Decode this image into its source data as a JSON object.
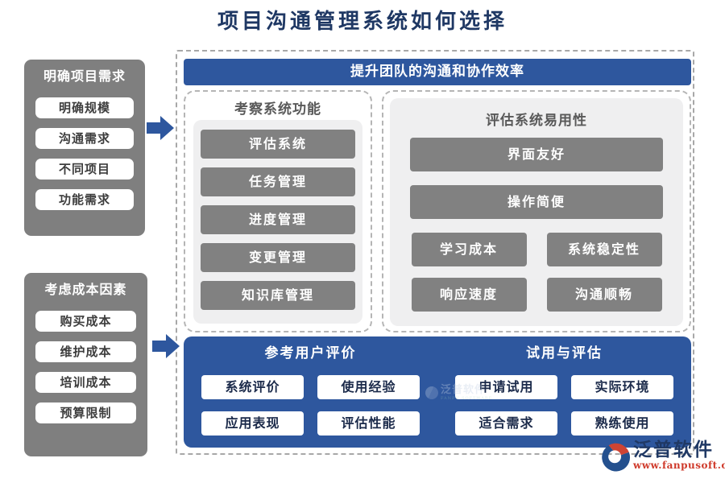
{
  "title": "项目沟通管理系统如何选择",
  "banner": "提升团队的沟通和协作效率",
  "left_boxes": [
    {
      "header": "明确项目需求",
      "items": [
        "明确规模",
        "沟通需求",
        "不同项目",
        "功能需求"
      ]
    },
    {
      "header": "考虑成本因素",
      "items": [
        "购买成本",
        "维护成本",
        "培训成本",
        "预算限制"
      ]
    }
  ],
  "function_panel": {
    "header": "考察系统功能",
    "items": [
      "评估系统",
      "任务管理",
      "进度管理",
      "变更管理",
      "知识库管理"
    ]
  },
  "usability_panel": {
    "header": "评估系统易用性",
    "wide_items": [
      "界面友好",
      "操作简便"
    ],
    "grid_items": [
      "学习成本",
      "系统稳定性",
      "响应速度",
      "沟通顺畅"
    ]
  },
  "bottom_sections": [
    {
      "header": "参考用户评价",
      "items": [
        "系统评价",
        "使用经验",
        "应用表现",
        "评估性能"
      ]
    },
    {
      "header": "试用与评估",
      "items": [
        "申请试用",
        "实际环境",
        "适合需求",
        "熟练使用"
      ]
    }
  ],
  "watermark": {
    "name": "泛普软件",
    "sub": "FANPU SOFTWARE"
  },
  "logo": {
    "name": "泛普软件",
    "url": "www.fanpusoft.com"
  },
  "colors": {
    "primary_blue": "#2e579e",
    "title_navy": "#1f3864",
    "panel_gray": "#7f7f7f",
    "button_gray": "#818181",
    "light_gray": "#efeff0",
    "logo_red": "#cf3a2b"
  }
}
